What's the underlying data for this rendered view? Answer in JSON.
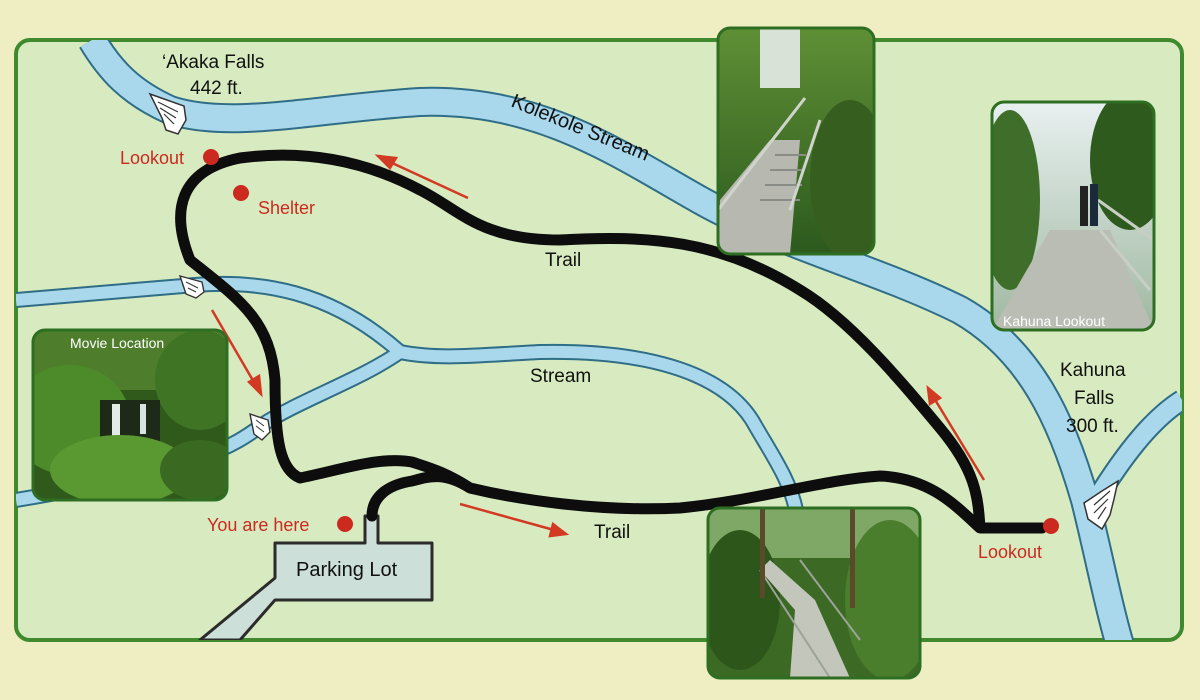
{
  "colors": {
    "page_bg": "#efeec2",
    "map_bg": "#d8ebc0",
    "map_border": "#3e8a2c",
    "stream": "#a9d7ec",
    "stream_edge": "#2f6e86",
    "trail": "#0d0d0d",
    "marker_red": "#cc2a1f",
    "direction_arrow": "#d23a24",
    "parking_fill": "#cddfd9",
    "parking_edge": "#2b2b2b"
  },
  "labels": {
    "akaka_falls_name": "‘Akaka Falls",
    "akaka_falls_height": "442 ft.",
    "kolekole_stream": "Kolekole  Stream",
    "stream": "Stream",
    "trail_upper": "Trail",
    "trail_lower": "Trail",
    "kahuna_falls_name1": "Kahuna",
    "kahuna_falls_name2": "Falls",
    "kahuna_falls_height": "300 ft.",
    "parking_lot": "Parking  Lot"
  },
  "markers": {
    "lookout_upper": "Lookout",
    "shelter": "Shelter",
    "you_are_here": "You are here",
    "lookout_right": "Lookout"
  },
  "photos": {
    "movie_location": {
      "caption": "Movie Location",
      "icon": "waterfall-photo"
    },
    "stairs": {
      "caption": "",
      "icon": "stairs-photo"
    },
    "kahuna_lookout": {
      "caption": "Kahuna Lookout",
      "icon": "lookout-platform-photo"
    },
    "jungle_path": {
      "caption": "",
      "icon": "jungle-path-photo"
    }
  },
  "icons": {
    "waterfall": "waterfall-icon",
    "marker": "red-dot-marker-icon",
    "arrow": "direction-arrow-icon"
  }
}
